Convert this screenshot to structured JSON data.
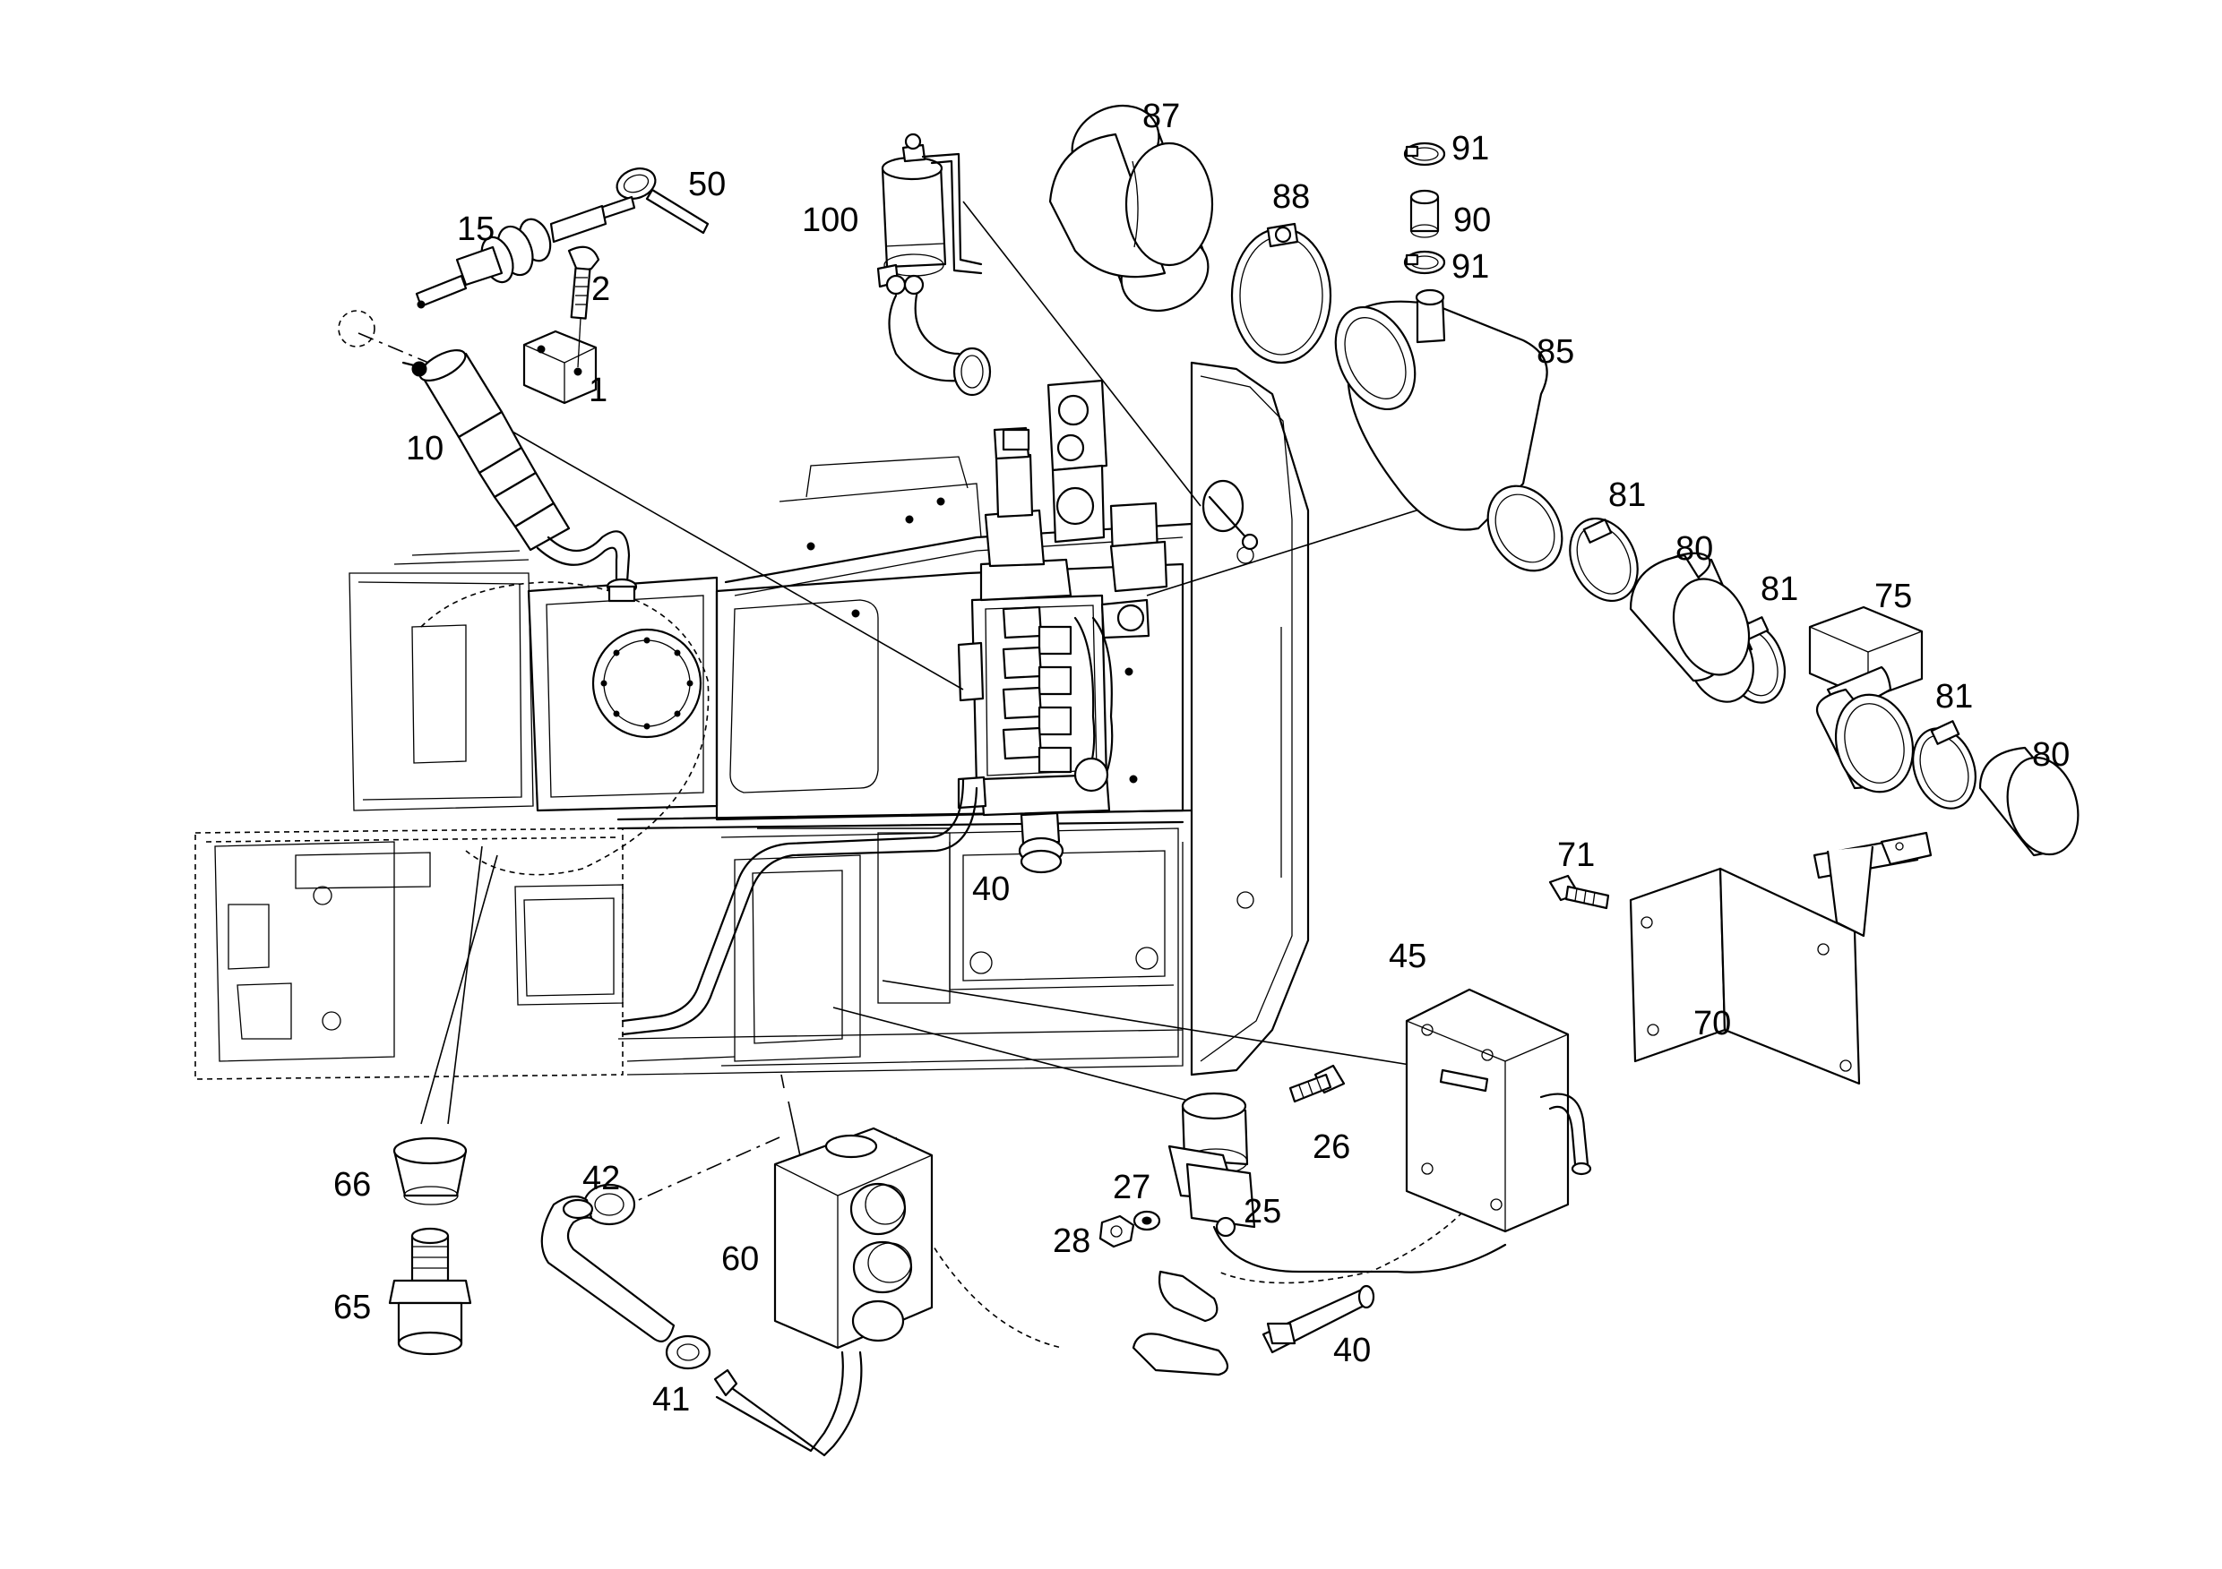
{
  "callouts": {
    "c1": "1",
    "c2": "2",
    "c10": "10",
    "c15": "15",
    "c25": "25",
    "c26": "26",
    "c27": "27",
    "c28": "28",
    "c40a": "40",
    "c40b": "40",
    "c41": "41",
    "c42": "42",
    "c45": "45",
    "c50": "50",
    "c60": "60",
    "c65": "65",
    "c66": "66",
    "c70": "70",
    "c71": "71",
    "c75": "75",
    "c80a": "80",
    "c80b": "80",
    "c81a": "81",
    "c81b": "81",
    "c81c": "81",
    "c85": "85",
    "c87": "87",
    "c88": "88",
    "c90": "90",
    "c91a": "91",
    "c91b": "91",
    "c100": "100"
  }
}
